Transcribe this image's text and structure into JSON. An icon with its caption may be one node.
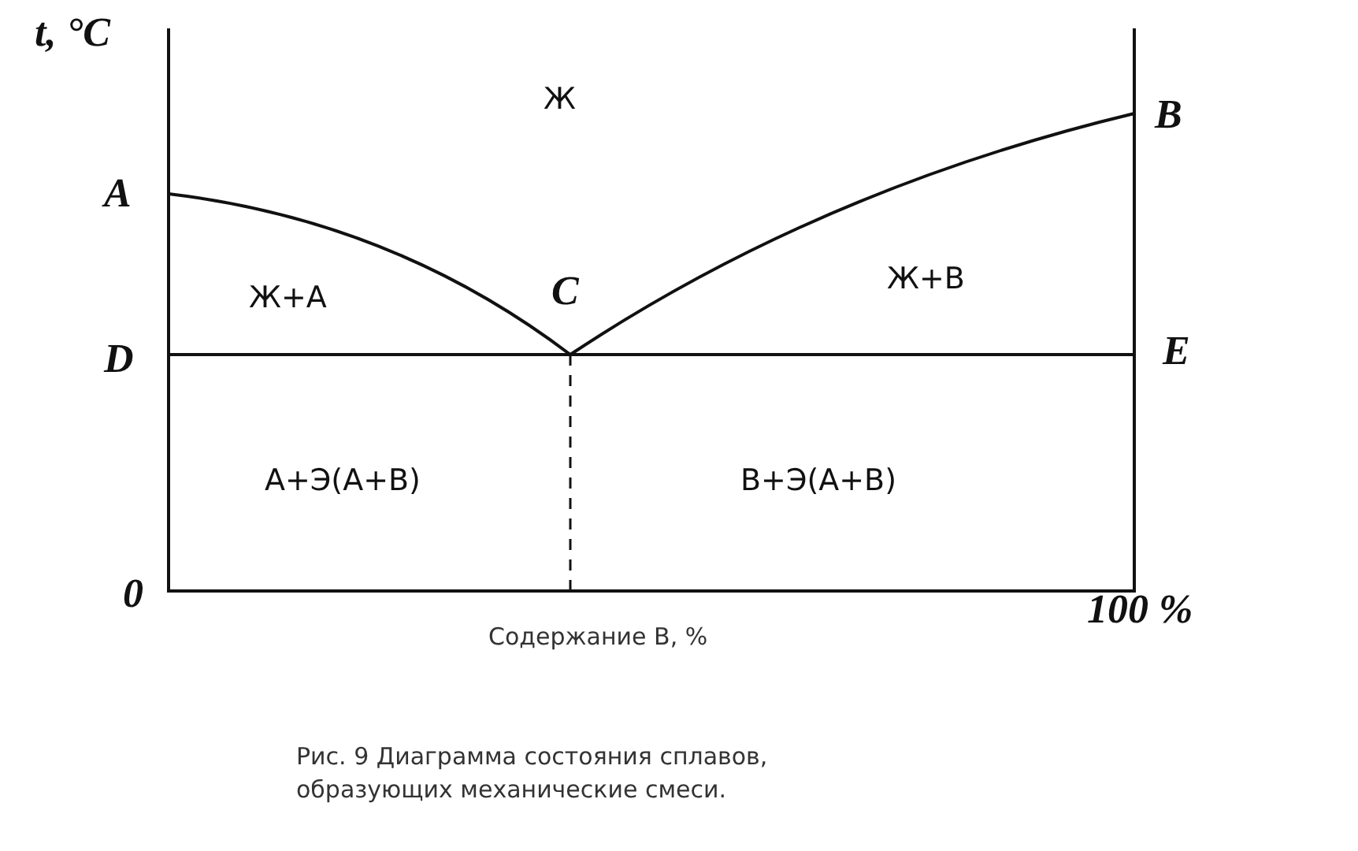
{
  "diagram": {
    "caption": "Рис. 9 Диаграмма состояния сплавов, образующих механические смеси.",
    "labels": [
      "t, °C",
      "Ж",
      "B",
      "A",
      "Ж+А",
      "C",
      "Ж+В",
      "D",
      "E",
      "А+Э(А+В)",
      "В+Э(А+В)",
      "0",
      "100 %",
      "Содержание В, %"
    ]
  }
}
